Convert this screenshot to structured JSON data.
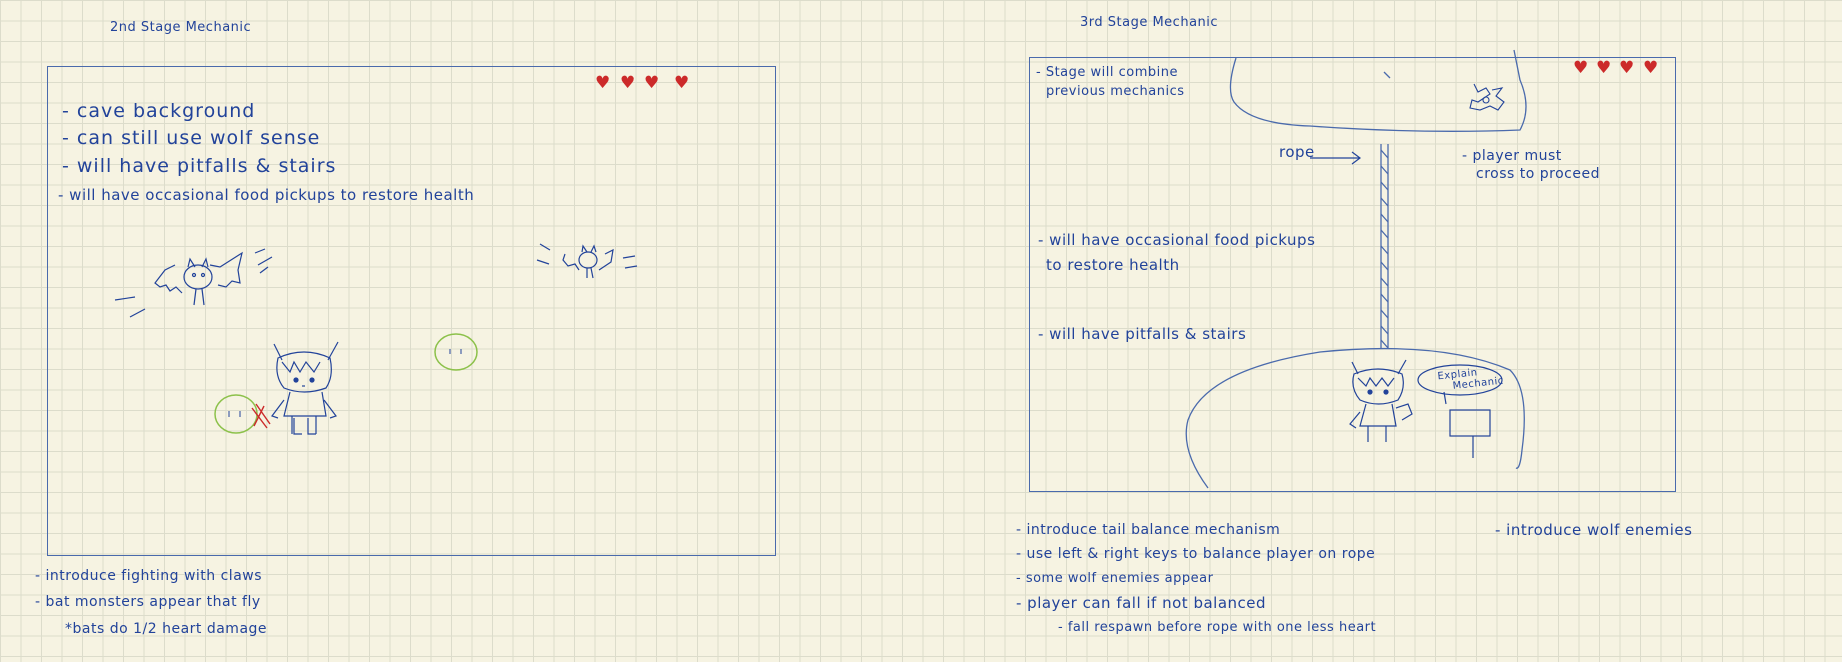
{
  "stage2": {
    "title": "2nd Stage Mechanic",
    "inner_notes": [
      "- cave background",
      "- can still use wolf sense",
      "- will have pitfalls & stairs",
      "- will have occasional food pickups to restore health"
    ],
    "bottom_notes": [
      "- introduce fighting with claws",
      "- bat monsters appear that fly",
      "*bats do 1/2 heart damage"
    ],
    "hearts": [
      "♥",
      "♥",
      "♥",
      "♥"
    ]
  },
  "stage3": {
    "title": "3rd Stage Mechanic",
    "combine_note": [
      "- Stage will combine",
      "previous mechanics"
    ],
    "rope_label": "rope",
    "cross_note": [
      "- player must",
      "cross to proceed"
    ],
    "food_note": [
      "- will have occasional food pickups",
      "to restore health"
    ],
    "pitfall_note": "- will have pitfalls & stairs",
    "sign_bubble": [
      "Explain",
      "Mechanic"
    ],
    "bottom_notes": [
      "- introduce tail balance mechanism",
      "- use left & right keys to balance player on rope",
      "- some wolf enemies appear",
      "- player can fall if not balanced",
      "- fall respawn before rope with one less heart"
    ],
    "side_note": "- introduce wolf enemies",
    "hearts": [
      "♥",
      "♥",
      "♥",
      "♥"
    ]
  },
  "colors": {
    "ink": "#22439a",
    "heart": "#cc2a2a",
    "slime": "#8cc14a",
    "paper": "#f6f3e2"
  }
}
